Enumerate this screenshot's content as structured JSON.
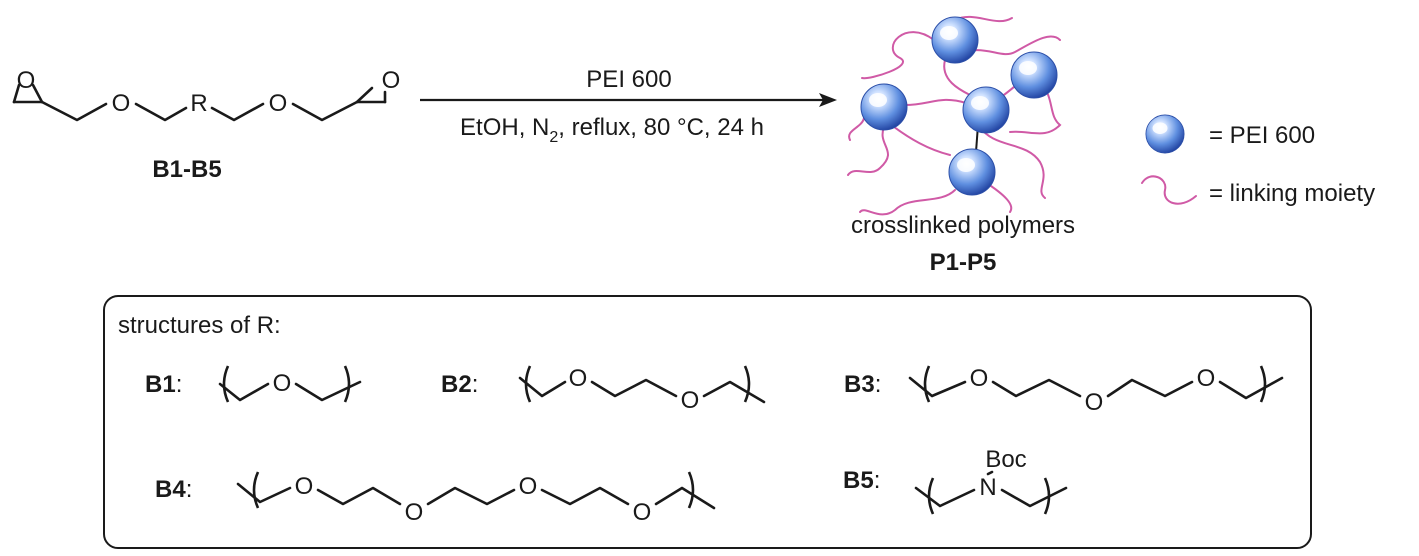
{
  "reaction": {
    "reactant_R_label": "R",
    "reactant_O_label": "O",
    "reactant_label": "B1-B5",
    "arrow_top": "PEI 600",
    "arrow_bottom_pre": "EtOH, N",
    "arrow_bottom_sub": "2",
    "arrow_bottom_post": ", reflux, 80 °C, 24 h",
    "product_caption": "crosslinked polymers",
    "product_label": "P1-P5"
  },
  "legend": {
    "sphere_text": "= PEI 600",
    "link_text": "= linking moiety"
  },
  "box": {
    "title": "structures of R:",
    "items": [
      {
        "id": "B1",
        "colon": ":"
      },
      {
        "id": "B2",
        "colon": ":"
      },
      {
        "id": "B3",
        "colon": ":"
      },
      {
        "id": "B4",
        "colon": ":"
      },
      {
        "id": "B5",
        "colon": ":"
      }
    ],
    "atom_O": "O",
    "atom_N": "N",
    "boc": "Boc"
  },
  "colors": {
    "sphere_light": "#e8f2ff",
    "sphere_mid": "#5f8fe0",
    "sphere_dark": "#1e3f9e",
    "linker": "#d05aa6"
  }
}
